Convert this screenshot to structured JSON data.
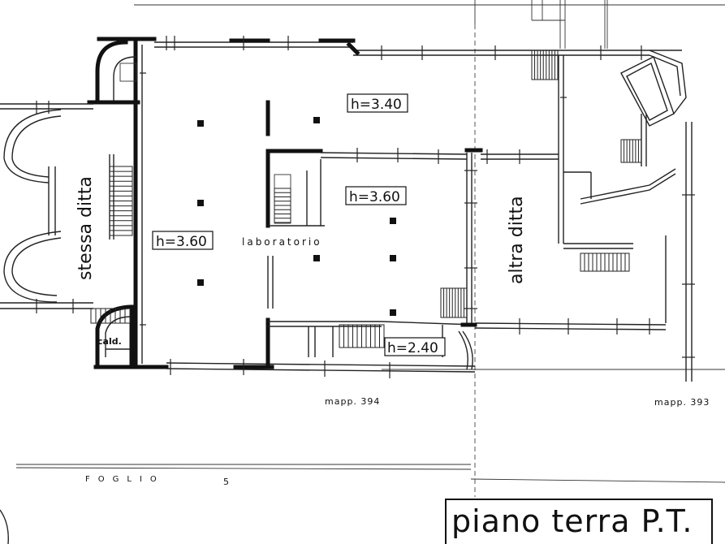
{
  "labels": {
    "stessa_ditta": "stessa ditta",
    "altra_ditta": "altra ditta",
    "laboratorio": "laboratorio",
    "cald": "cald.",
    "h_340": "h=3.40",
    "h_360_center": "h=3.60",
    "h_360_left": "h=3.60",
    "h_240": "h=2.40",
    "mapp_394": "mapp. 394",
    "mapp_393": "mapp. 393",
    "foglio": "FOGLIO",
    "foglio_num": "5",
    "title": "piano terra P.T."
  },
  "colors": {
    "ink": "#111111",
    "paper": "#ffffff"
  }
}
